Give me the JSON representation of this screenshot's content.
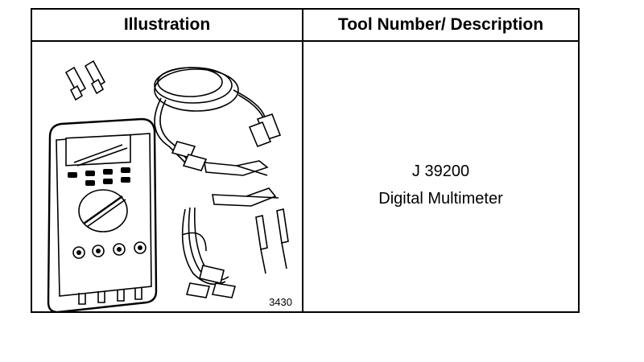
{
  "table": {
    "header_illustration": "Illustration",
    "header_tool": "Tool Number/ Description",
    "figure_number": "3430",
    "tool_number": "J 39200",
    "tool_description": "Digital Multimeter"
  }
}
